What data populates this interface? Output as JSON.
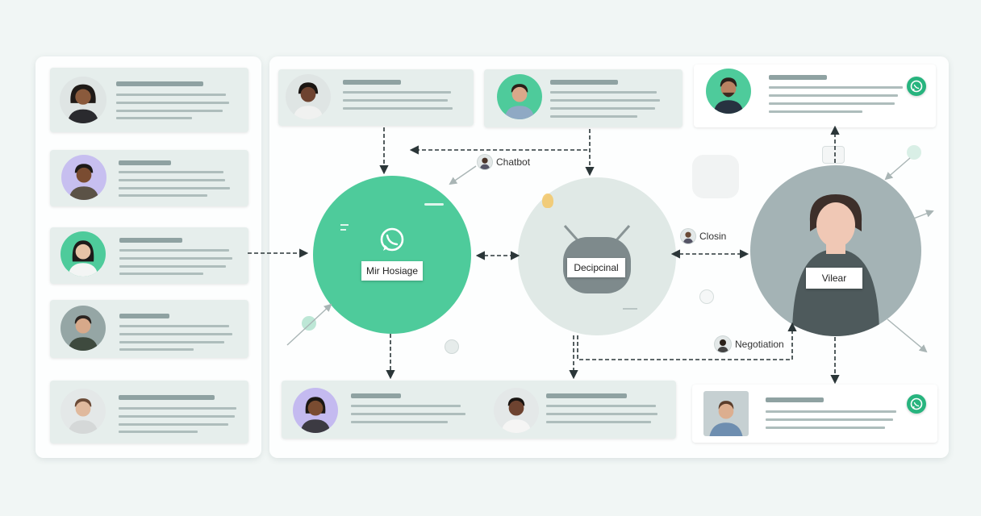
{
  "nodes": {
    "left": {
      "label": "Mir Hosiage",
      "color": "#4ecb9b"
    },
    "middle": {
      "label": "Decipcinal",
      "color": "#e0e9e6"
    },
    "right": {
      "label": "Vilear",
      "color": "#a4b3b5"
    }
  },
  "edge_tags": {
    "chatbot": "Chatbot",
    "closin": "Closin",
    "negotiation": "Negotiation"
  },
  "colors": {
    "accent_green": "#4ecb9b",
    "whatsapp_green": "#27b47e",
    "card_bg": "#e6eeec",
    "panel_bg": "#fdfefe",
    "page_bg": "#f1f6f5",
    "arrow": "#2b3638"
  },
  "icons": {
    "chat_bubble": "whatsapp-icon",
    "robot": "robot-icon",
    "person": "person-avatar-icon"
  }
}
